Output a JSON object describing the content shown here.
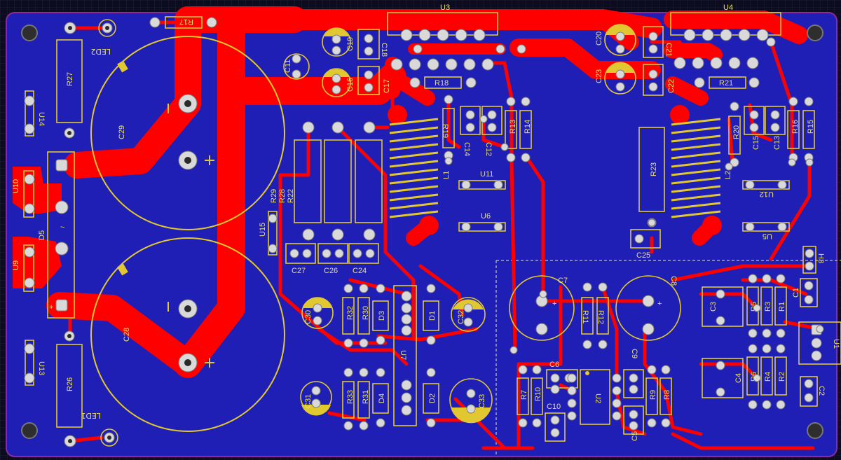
{
  "board": {
    "colors": {
      "background": "#0c0c1e",
      "copper_bottom": "#1f1fb5",
      "copper_top": "#ff0000",
      "silkscreen": "#e2c830",
      "pad": "#d9d9d9",
      "edge": "#8a2a9e"
    },
    "labels": {
      "U3": "U3",
      "U4": "U4",
      "U14": "U14",
      "U10": "U10",
      "U9": "U9",
      "U13": "U13",
      "U15": "U15",
      "U11": "U11",
      "U6": "U6",
      "U12": "U12",
      "U5": "U5",
      "U2": "U2",
      "U7": "U7",
      "U1": "U1",
      "R17": "R17",
      "R27": "R27",
      "R26": "R26",
      "R18": "R18",
      "R19": "R19",
      "R13": "R13",
      "R14": "R14",
      "R29": "R29",
      "R28": "R28",
      "R22": "R22",
      "R21": "R21",
      "R20": "R20",
      "R16": "R16",
      "R15": "R15",
      "R23": "R23",
      "R32": "R32",
      "R30": "R30",
      "R33": "R33",
      "R31": "R31",
      "R11": "R11",
      "R12": "R12",
      "R7": "R7",
      "R10": "R10",
      "R9": "R9",
      "R8": "R8",
      "R5": "R5",
      "R3": "R3",
      "R1": "R1",
      "R6": "R6",
      "R4": "R4",
      "R2": "R2",
      "C29": "C29",
      "C28": "C28",
      "C11": "C11",
      "C16": "C16",
      "C19": "C19",
      "C18": "C18",
      "C17": "C17",
      "C14": "C14",
      "C12": "C12",
      "C20": "C20",
      "C23": "C23",
      "C21": "C21",
      "C22": "C22",
      "C15": "C15",
      "C13": "C13",
      "C25": "C25",
      "C27": "C27",
      "C26": "C26",
      "C24": "C24",
      "C30": "C30",
      "C31": "C31",
      "C32": "C32",
      "C33": "C33",
      "C7": "C7",
      "C8": "C8",
      "C6": "C6",
      "C10": "C10",
      "C9": "C9",
      "C5": "C5",
      "C3": "C3",
      "C4": "C4",
      "C1": "C1",
      "C2": "C2",
      "LED2": "LED2",
      "LED1": "LED1",
      "D5": "D5",
      "D3": "D3",
      "D1": "D1",
      "D4": "D4",
      "D2": "D2",
      "L1": "L1",
      "L2": "L2",
      "H3": "H3"
    }
  }
}
